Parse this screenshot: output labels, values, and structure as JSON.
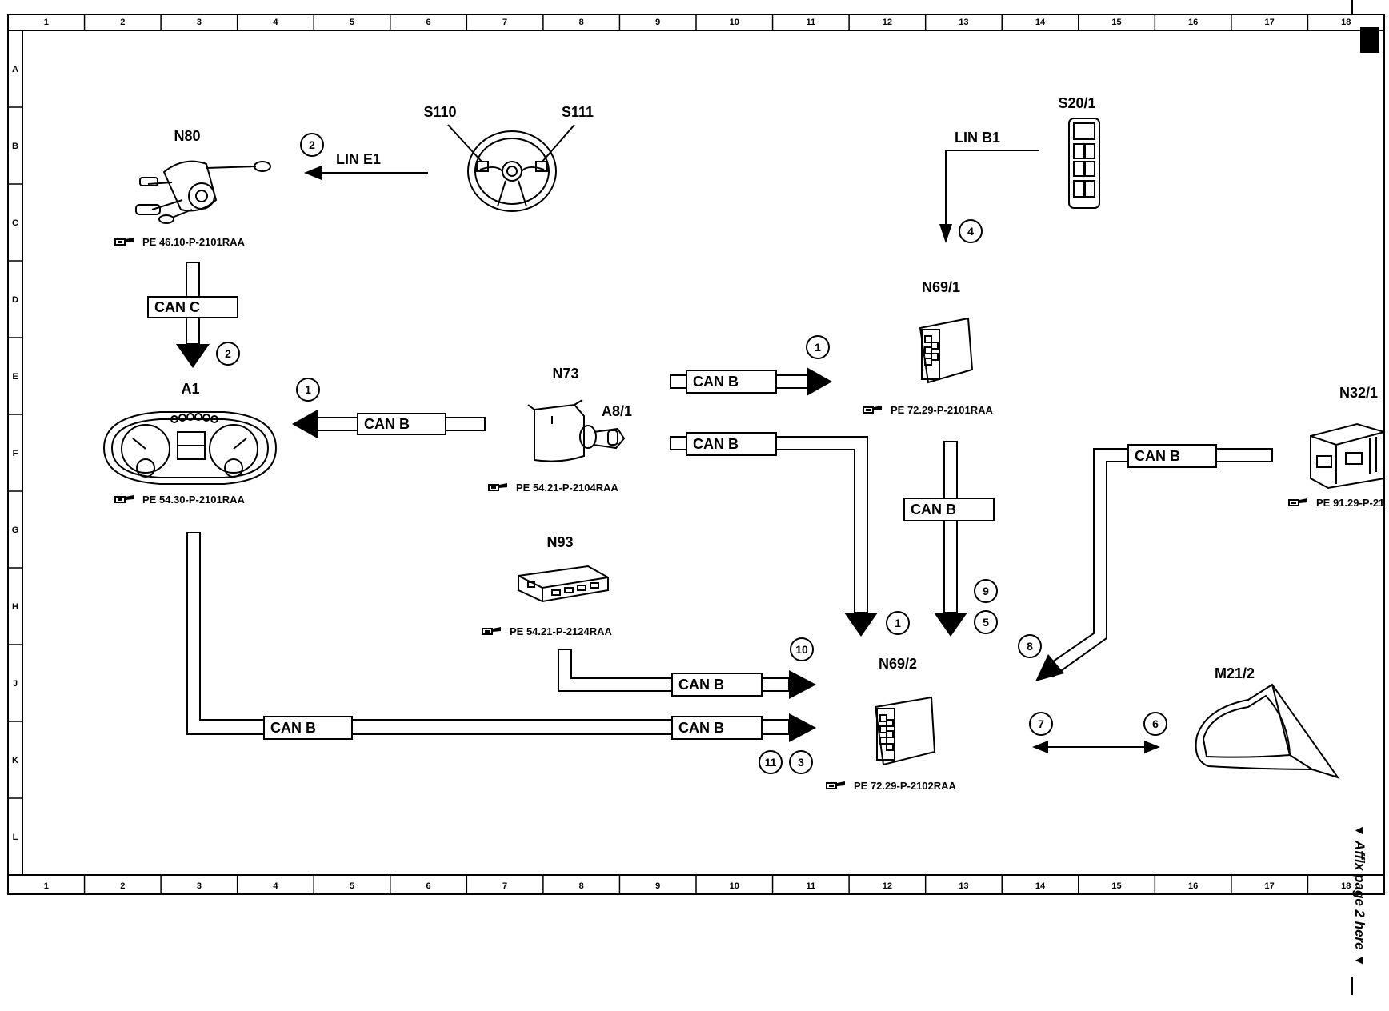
{
  "grid": {
    "columns": [
      "1",
      "2",
      "3",
      "4",
      "5",
      "6",
      "7",
      "8",
      "9",
      "10",
      "11",
      "12",
      "13",
      "14",
      "15",
      "16",
      "17",
      "18"
    ],
    "rows": [
      "A",
      "B",
      "C",
      "D",
      "E",
      "F",
      "G",
      "H",
      "J",
      "K",
      "L"
    ]
  },
  "components": {
    "n80": {
      "code": "N80",
      "ref": "PE 46.10-P-2101RAA"
    },
    "s110": {
      "code": "S110"
    },
    "s111": {
      "code": "S111"
    },
    "s20_1": {
      "code": "S20/1"
    },
    "a1": {
      "code": "A1",
      "ref": "PE 54.30-P-2101RAA"
    },
    "n73": {
      "code": "N73",
      "ref": "PE 54.21-P-2104RAA"
    },
    "a8_1": {
      "code": "A8/1"
    },
    "n69_1": {
      "code": "N69/1",
      "ref": "PE 72.29-P-2101RAA"
    },
    "n32_1": {
      "code": "N32/1",
      "ref": "PE 91.29-P-21"
    },
    "n93": {
      "code": "N93",
      "ref": "PE 54.21-P-2124RAA"
    },
    "n69_2": {
      "code": "N69/2",
      "ref": "PE 72.29-P-2102RAA"
    },
    "m21_2": {
      "code": "M21/2"
    }
  },
  "buses": {
    "lin_e1": "LIN E1",
    "lin_b1": "LIN B1",
    "can_c": "CAN C",
    "can_b": "CAN B"
  },
  "step_numbers": {
    "lin_e1": "2",
    "lin_b1": "4",
    "can_c": "2",
    "to_a1": "1",
    "to_n69_1": "1",
    "n73_to_n69_2": "1",
    "n69_1_to_n69_2_top": "9",
    "n69_1_to_n69_2_bottom": "5",
    "n32_1_to_n69_2": "8",
    "n93_to_n69_2": "10",
    "a1_to_n69_2_left": "11",
    "a1_to_n69_2_right": "3",
    "mirror_left": "7",
    "mirror_right": "6"
  },
  "side_note": "▼ Affix page 2 here ▼",
  "icons": [
    "book-reference-icon"
  ]
}
